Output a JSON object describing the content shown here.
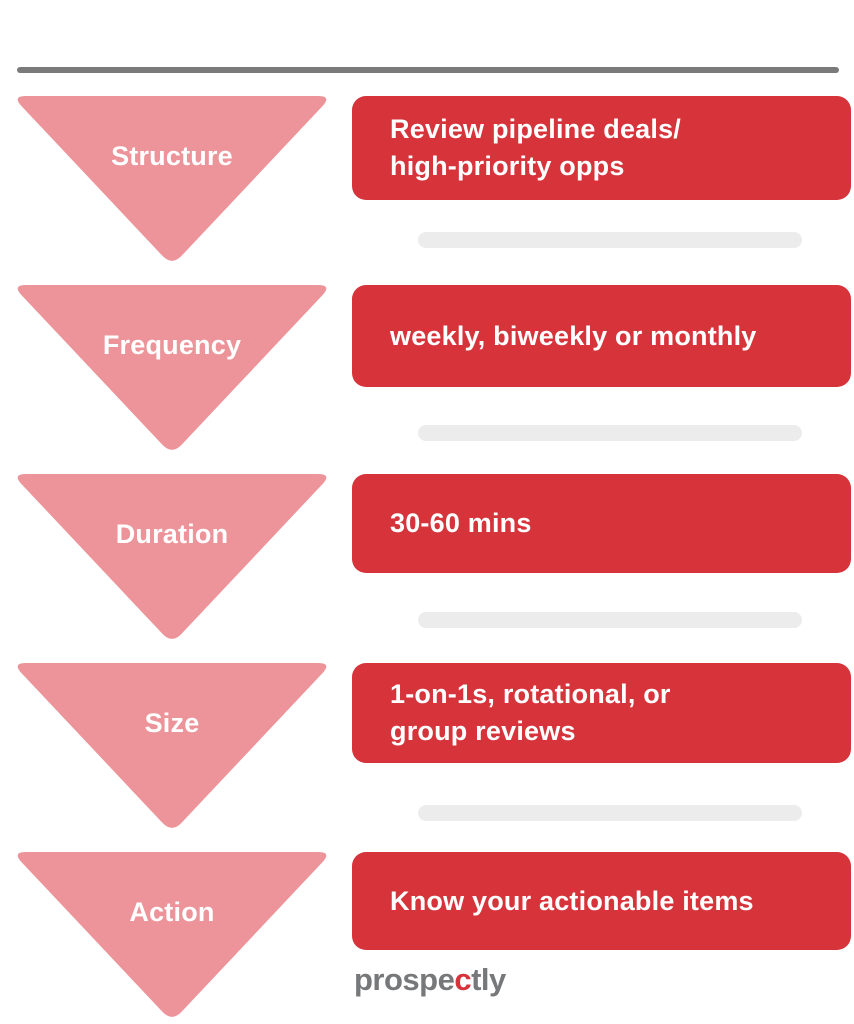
{
  "colors": {
    "triangle_pink": "#ec9499",
    "box_red": "#d6333b",
    "divider_gray": "#7a7a7a",
    "pill_gray": "#ececec",
    "logo_gray": "#77787a",
    "text_white": "#ffffff"
  },
  "rows": [
    {
      "label": "Structure",
      "text": "Review pipeline deals/\nhigh-priority opps"
    },
    {
      "label": "Frequency",
      "text": "weekly, biweekly or monthly"
    },
    {
      "label": "Duration",
      "text": "30-60 mins"
    },
    {
      "label": "Size",
      "text": "1-on-1s, rotational, or\ngroup reviews"
    },
    {
      "label": "Action",
      "text": "Know your actionable items"
    }
  ],
  "logo": {
    "part1": "prospe",
    "accent": "c",
    "part2": "tly"
  }
}
